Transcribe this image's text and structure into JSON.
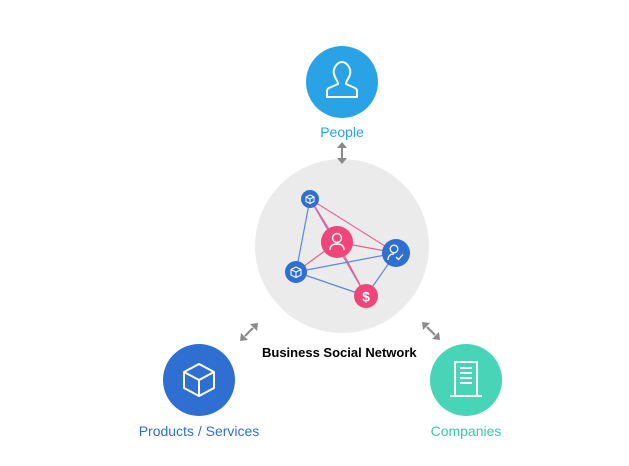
{
  "diagram": {
    "title": "Business Social Network",
    "nodes": {
      "people": {
        "label": "People",
        "icon": "person-icon",
        "color": "#29a3e6"
      },
      "products": {
        "label": "Products / Services",
        "icon": "cube-icon",
        "color": "#2e6fd1"
      },
      "companies": {
        "label": "Companies",
        "icon": "building-icon",
        "color": "#48d4b7"
      }
    },
    "hub": {
      "background": "#ebebec",
      "accent_pink": "#f0457a",
      "accent_blue": "#2e6fd1",
      "inner_nodes": [
        {
          "icon": "cube-icon",
          "color": "#2e6fd1"
        },
        {
          "icon": "person-icon",
          "color": "#f0457a"
        },
        {
          "icon": "person-check-icon",
          "color": "#2e6fd1"
        },
        {
          "icon": "cube-icon",
          "color": "#2e6fd1"
        },
        {
          "icon": "dollar-icon",
          "color": "#f0457a"
        }
      ]
    },
    "connectors": [
      "double-arrow-icon",
      "double-arrow-icon",
      "double-arrow-icon"
    ]
  }
}
